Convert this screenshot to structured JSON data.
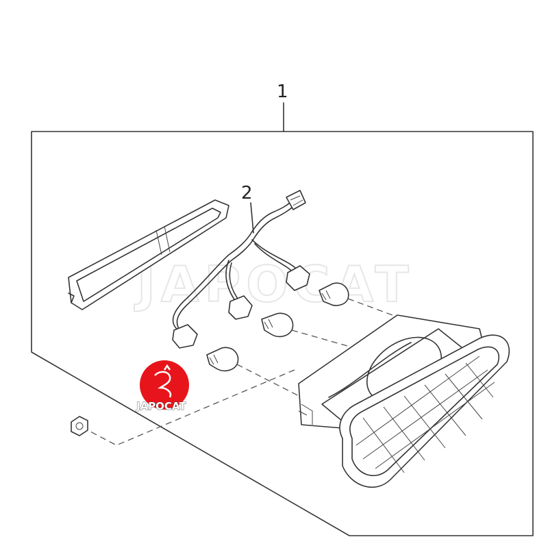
{
  "callouts": [
    {
      "id": "1",
      "label": "1"
    },
    {
      "id": "2",
      "label": "2"
    }
  ],
  "watermark": {
    "text": "JAPOCAT"
  },
  "logo": {
    "text": "JAPOCAT",
    "color": "#e8141b"
  },
  "colors": {
    "line": "#333333",
    "background": "#ffffff"
  }
}
